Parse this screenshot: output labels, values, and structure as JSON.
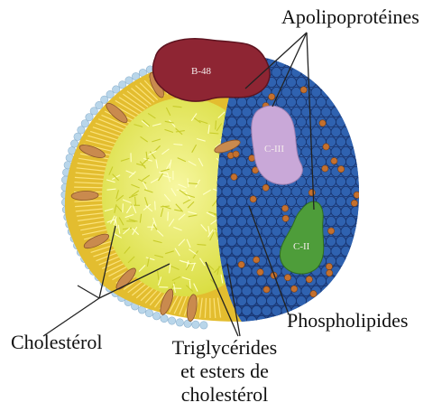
{
  "labels": {
    "apolipoproteins": "Apolipoprotéines",
    "phospholipids": "Phospholipides",
    "cholesterol": "Cholestérol",
    "triglycerides_line1": "Triglycérides",
    "triglycerides_line2": "et esters de",
    "triglycerides_line3": "cholestérol"
  },
  "proteins": {
    "b48": "B-48",
    "c3": "C-III",
    "c2": "C-II"
  },
  "colors": {
    "shell_dots": "#b9d6ea",
    "phospholipid_blue": "#2c5ba6",
    "tail_yellow": "#e8c93b",
    "core_yellow": "#eef06a",
    "cholesterol": "#c98a4e",
    "apoB48": "#8e2533",
    "apoC3": "#c9a8d8",
    "apoC2": "#4e9d3a",
    "orange_dots": "#c4702e"
  }
}
